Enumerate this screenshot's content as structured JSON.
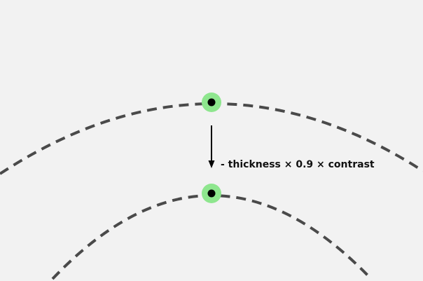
{
  "diagram": {
    "background_color": "#f2f2f2",
    "arc_color": "#4a4a4a",
    "marker_ring_color": "#8ee68e",
    "marker_dot_color": "#000000",
    "arrow_color": "#000000",
    "arrow_direction": "down",
    "arc_style": "dashed",
    "annotation": "- thickness × 0.9 × contrast"
  }
}
